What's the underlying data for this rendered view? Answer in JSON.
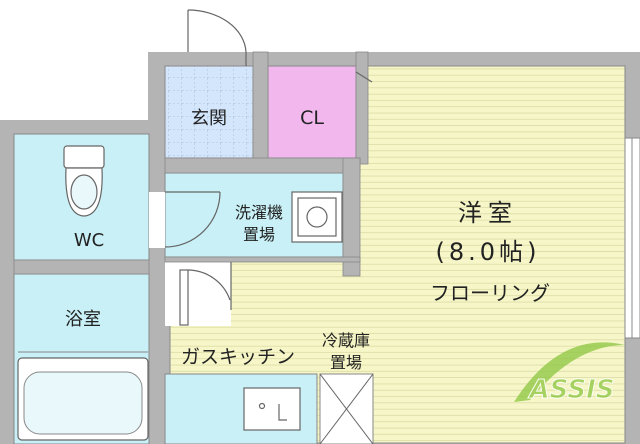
{
  "rooms": {
    "entrance": "玄関",
    "closet": "CL",
    "wc": "WC",
    "laundry_line1": "洗濯機",
    "laundry_line2": "置場",
    "western_room": "洋室",
    "western_size": "(8.0帖)",
    "flooring": "フローリング",
    "bath": "浴室",
    "kitchen": "ガスキッチン",
    "fridge_line1": "冷蔵庫",
    "fridge_line2": "置場"
  },
  "logo": {
    "text": "ASSIS"
  },
  "colors": {
    "wall": "#b4b4b4",
    "western_floor": "#f6f6c8",
    "wet_area": "#c8f0f6",
    "closet": "#f2b8ee",
    "entrance_tile": "#d4e6fb",
    "logo": "#8cc63f"
  }
}
